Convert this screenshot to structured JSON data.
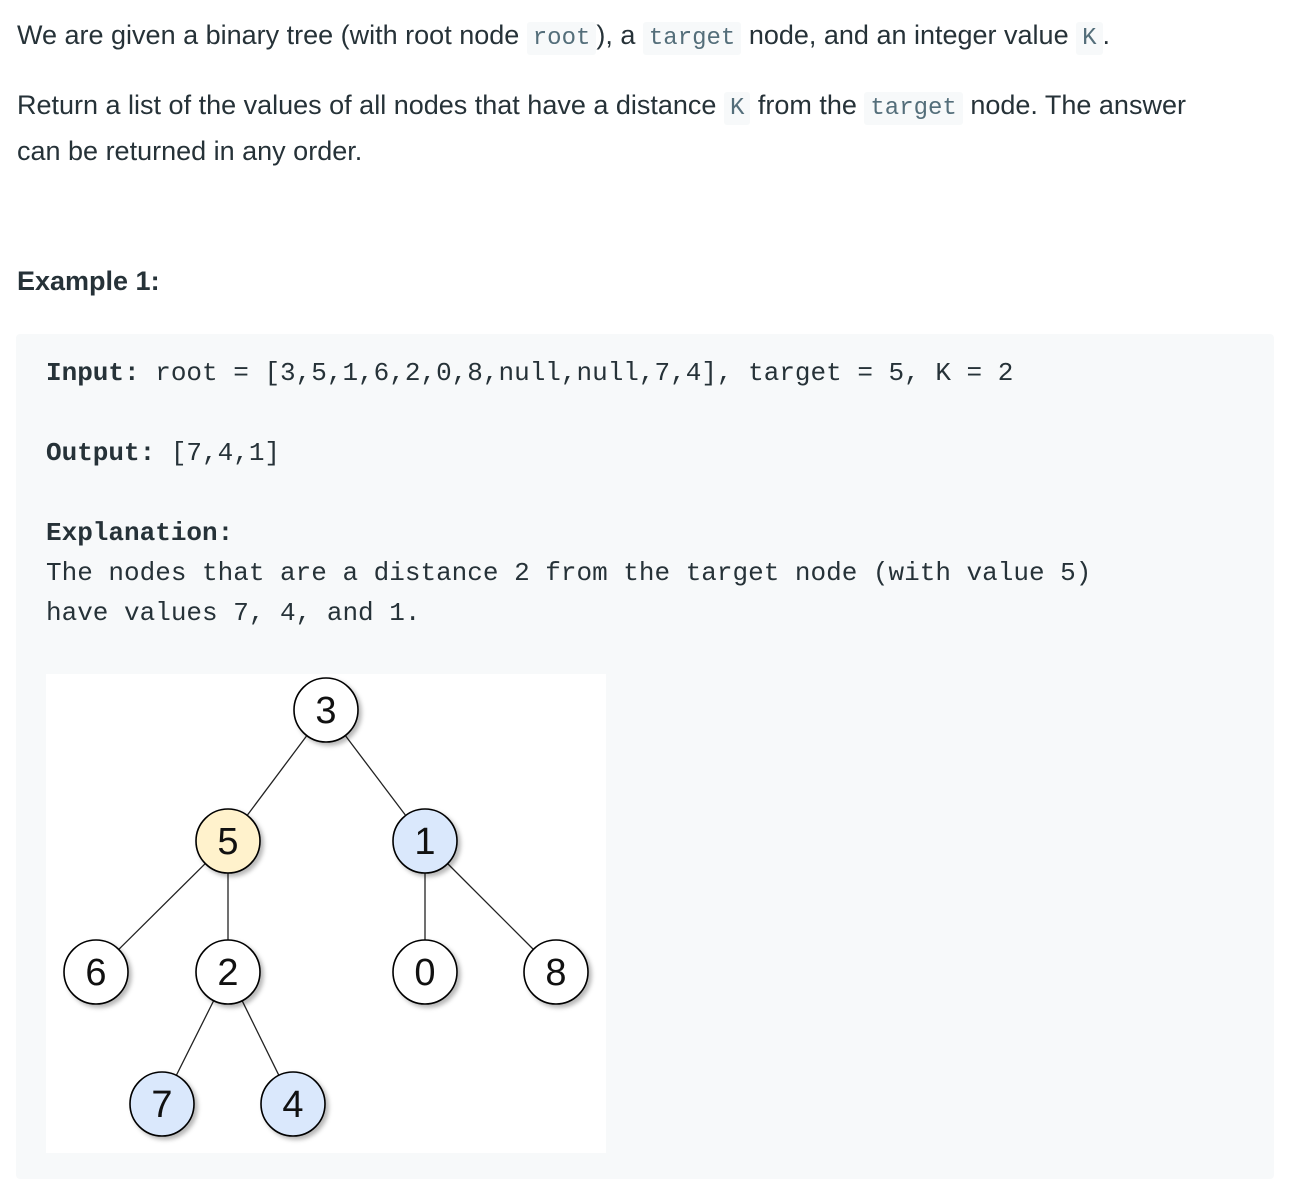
{
  "description": {
    "p1": {
      "t1": "We are given a binary tree (with root node ",
      "c1": "root",
      "t2": "), a ",
      "c2": "target",
      "t3": " node, and an integer value ",
      "c3": "K",
      "t4": "."
    },
    "p2": {
      "t1": "Return a list of the values of all nodes that have a distance ",
      "c1": "K",
      "t2": " from the ",
      "c2": "target",
      "t3": " node.  The answer can be returned in any order."
    }
  },
  "example": {
    "heading": "Example 1:",
    "input_label": "Input:",
    "input_value": " root = [3,5,1,6,2,0,8,null,null,7,4], target = 5, K = 2",
    "output_label": "Output:",
    "output_value": " [7,4,1]",
    "explanation_label": "Explanation:",
    "explanation_line1": "The nodes that are a distance 2 from the target node (with value 5)",
    "explanation_line2": "have values 7, 4, and 1."
  },
  "tree": {
    "colors": {
      "default": "#ffffff",
      "target": "#fff2cc",
      "answer": "#dae8fc",
      "stroke": "#000000",
      "edge": "#222222"
    },
    "nodes": [
      {
        "id": "3",
        "label": "3",
        "role": "default"
      },
      {
        "id": "5",
        "label": "5",
        "role": "target"
      },
      {
        "id": "1",
        "label": "1",
        "role": "answer"
      },
      {
        "id": "6",
        "label": "6",
        "role": "default"
      },
      {
        "id": "2",
        "label": "2",
        "role": "default"
      },
      {
        "id": "0",
        "label": "0",
        "role": "default"
      },
      {
        "id": "8",
        "label": "8",
        "role": "default"
      },
      {
        "id": "7",
        "label": "7",
        "role": "answer"
      },
      {
        "id": "4",
        "label": "4",
        "role": "answer"
      }
    ],
    "edges": [
      [
        "3",
        "5"
      ],
      [
        "3",
        "1"
      ],
      [
        "5",
        "6"
      ],
      [
        "5",
        "2"
      ],
      [
        "1",
        "0"
      ],
      [
        "1",
        "8"
      ],
      [
        "2",
        "7"
      ],
      [
        "2",
        "4"
      ]
    ]
  }
}
